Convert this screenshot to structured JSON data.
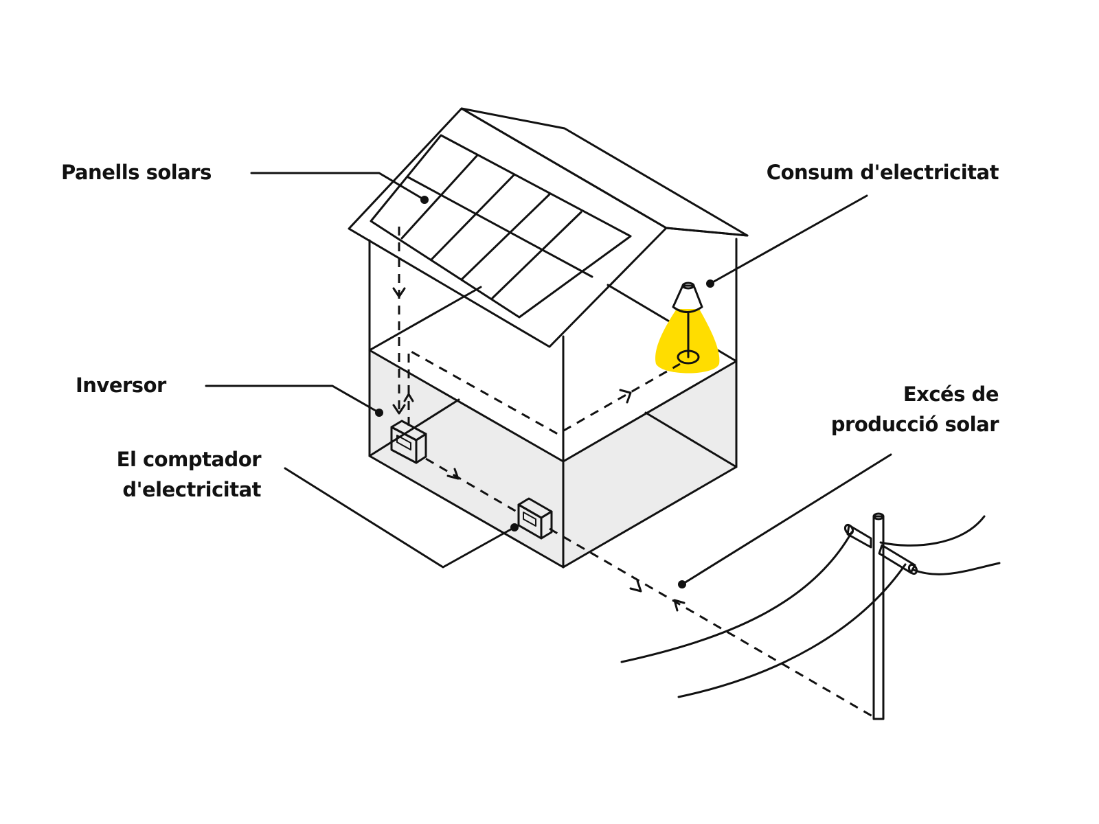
{
  "labels": {
    "solar_panels": "Panells solars",
    "electricity_consumption": "Consum d'electricitat",
    "inverter": "Inversor",
    "meter_line1": "El comptador",
    "meter_line2": "d'electricitat",
    "excess_line1": "Excés de",
    "excess_line2": "producció solar"
  },
  "colors": {
    "line": "#111111",
    "wall_shade": "#ececec",
    "roof_face": "#f5f5f5",
    "panel_cell": "#e0e0e0",
    "inverter_blue": "#1a5aa8",
    "meter_yellow": "#ffdd00",
    "lamp_light": "#ffdd00"
  },
  "icons": {
    "inverter": "inverter-box-icon",
    "meter": "electricity-meter-icon",
    "lamp": "floor-lamp-icon",
    "pole": "utility-pole-icon"
  }
}
